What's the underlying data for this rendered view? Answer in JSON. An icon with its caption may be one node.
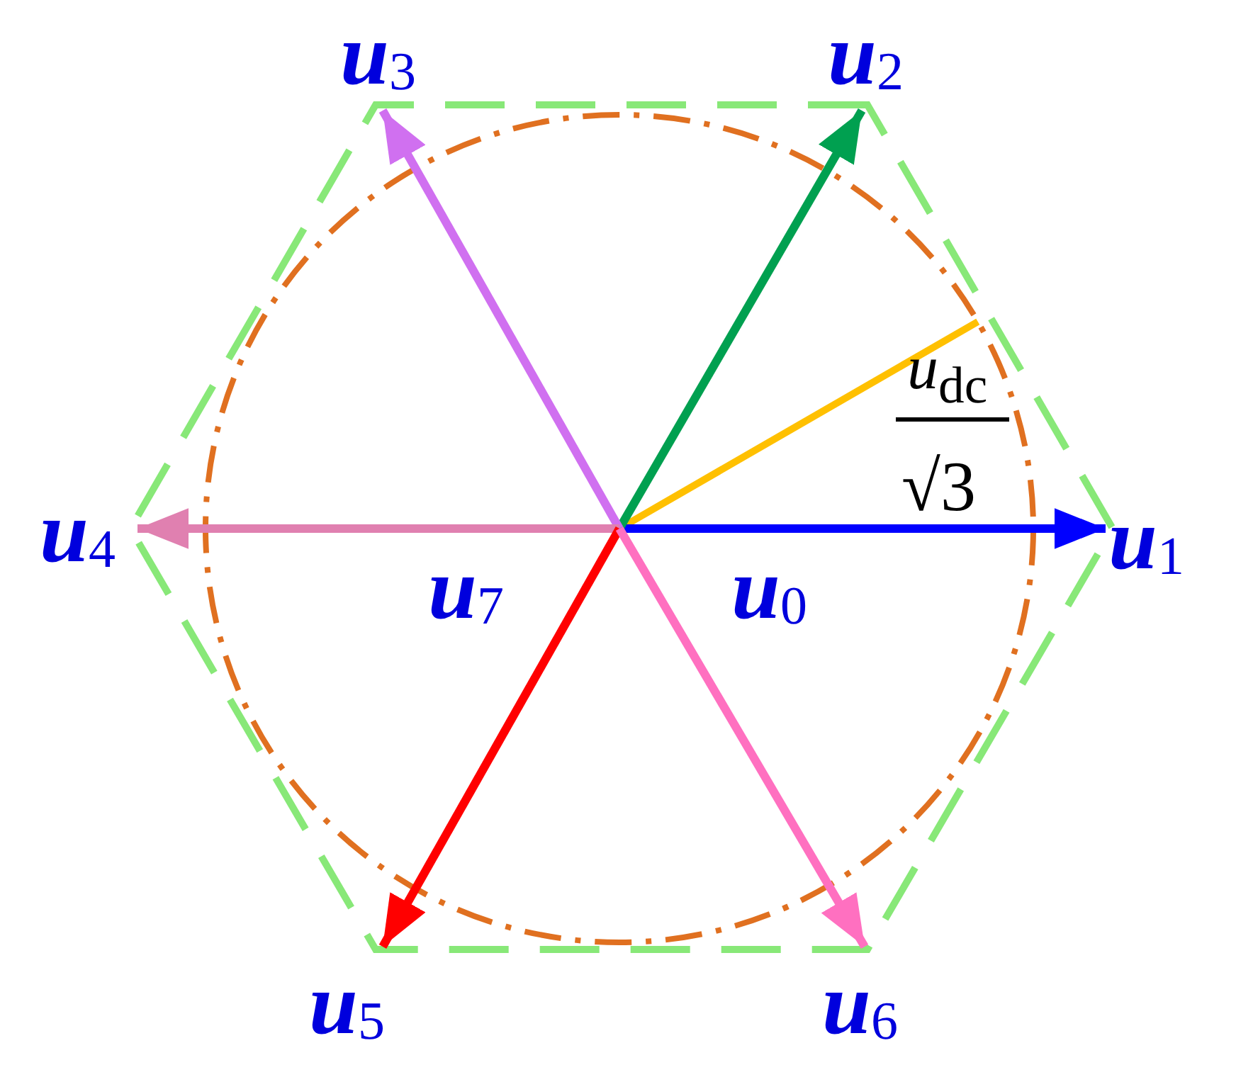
{
  "diagram": {
    "nodes": [
      {
        "text": [
          "**u**$_{1}$"
        ]
      },
      {
        "text": [
          "**u**$_{2}$"
        ]
      },
      {
        "text": [
          "**u**$_{3}$"
        ]
      },
      {
        "text": [
          "**u**$_{4}$"
        ]
      },
      {
        "text": [
          "**u**$_{5}$"
        ]
      },
      {
        "text": [
          "**u**$_{6}$"
        ]
      }
    ],
    "edges": [
      {
        "from": null,
        "to": 0,
        "arrow": "to",
        "color": "#0000ff"
      },
      {
        "from": null,
        "to": 1,
        "arrow": "to",
        "color": "#00a050"
      },
      {
        "from": null,
        "to": 2,
        "arrow": "to",
        "color": "#d070f0"
      },
      {
        "from": null,
        "to": 3,
        "arrow": "to",
        "color": "#e080b0"
      },
      {
        "from": null,
        "to": 4,
        "arrow": "to",
        "color": "#ff0000"
      },
      {
        "from": null,
        "to": 5,
        "arrow": "to",
        "color": "#ff70c0"
      }
    ],
    "labels": [
      "*u*$_{dc}$",
      "√3",
      "**u**$_{7}$",
      "**u**$_{0}$"
    ]
  }
}
